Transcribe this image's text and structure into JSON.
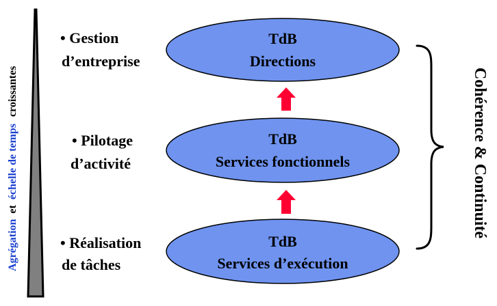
{
  "axis_label": {
    "word1": "Agrégation",
    "word2": "et",
    "word3": "échelle de temps",
    "word4": "croissantes"
  },
  "levels": [
    {
      "bullet_line1": "• Gestion",
      "bullet_line2": "d’entreprise",
      "ellipse_line1": "TdB",
      "ellipse_line2": "Directions"
    },
    {
      "bullet_line1": "• Pilotage",
      "bullet_line2": "d’activité",
      "ellipse_line1": "TdB",
      "ellipse_line2": "Services fonctionnels"
    },
    {
      "bullet_line1": "• Réalisation",
      "bullet_line2": "de tâches",
      "ellipse_line1": "TdB",
      "ellipse_line2": "Services d’exécution"
    }
  ],
  "brace_label": "Cohérence & Continuité",
  "colors": {
    "ellipse_fill": "#6f93ef",
    "ellipse_stroke": "#000000",
    "arrow": "#ff0033",
    "axis_blue": "#1a3fcf",
    "wedge": "#808080",
    "text": "#000000"
  },
  "icons": {
    "arrow": "up-arrow-icon",
    "wedge": "growth-wedge-icon",
    "brace": "right-brace-icon"
  }
}
